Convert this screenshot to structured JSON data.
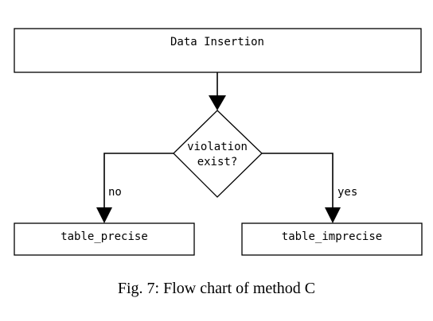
{
  "nodes": {
    "start": "Data Insertion",
    "decision_line1": "violation",
    "decision_line2": "exist?",
    "left_result": "table_precise",
    "right_result": "table_imprecise"
  },
  "edges": {
    "no_label": "no",
    "yes_label": "yes"
  },
  "caption": "Fig. 7: Flow chart of method C"
}
